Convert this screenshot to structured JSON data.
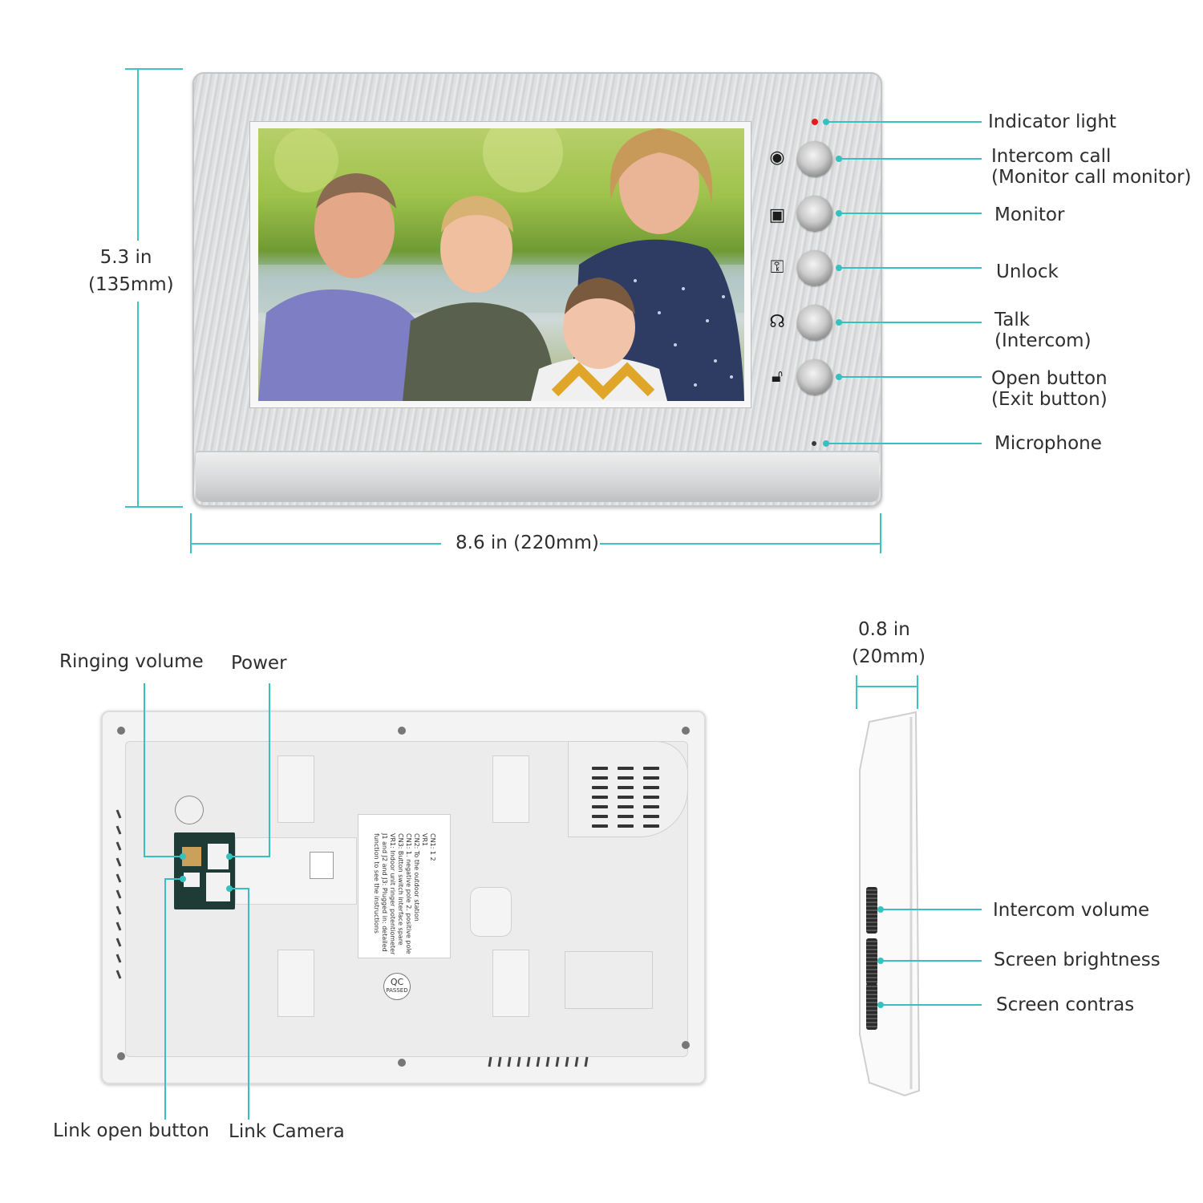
{
  "front_view": {
    "dimension_height": "5.3 in",
    "dimension_height_mm": "(135mm)",
    "dimension_width": "8.6 in (220mm)",
    "callouts": {
      "indicator_light": "Indicator light",
      "intercom_call": "Intercom call",
      "intercom_call_sub": "(Monitor call monitor)",
      "monitor": "Monitor",
      "unlock": "Unlock",
      "talk": "Talk",
      "talk_sub": "(Intercom)",
      "open_button": "Open button",
      "open_button_sub": "(Exit button)",
      "microphone": "Microphone"
    }
  },
  "back_view": {
    "callouts": {
      "ringing_volume": "Ringing volume",
      "power": "Power",
      "link_open_button": "Link open button",
      "link_camera": "Link Camera"
    },
    "sticker_lines": [
      "CN1: 1 2",
      "VR1",
      "CN2: To the outdoor station",
      "CN1: 1. negative pole 2. positive pole",
      "CN3: Button switch interface spare",
      "VR1: Indoor unit ringer potentiometer",
      "J1 and J2 and J3: Plugged in: detailed",
      "function to see the instructions"
    ],
    "qc_text": "QC",
    "qc_sub": "PASSED"
  },
  "side_view": {
    "dimension_depth": "0.8 in",
    "dimension_depth_mm": "(20mm)",
    "callouts": {
      "intercom_volume": "Intercom volume",
      "screen_brightness": "Screen brightness",
      "screen_contrast": "Screen contras"
    }
  },
  "colors": {
    "callout_line": "#36c1c0",
    "dimension_line": "#3ec2c2",
    "indicator_red": "#e21b1b"
  }
}
